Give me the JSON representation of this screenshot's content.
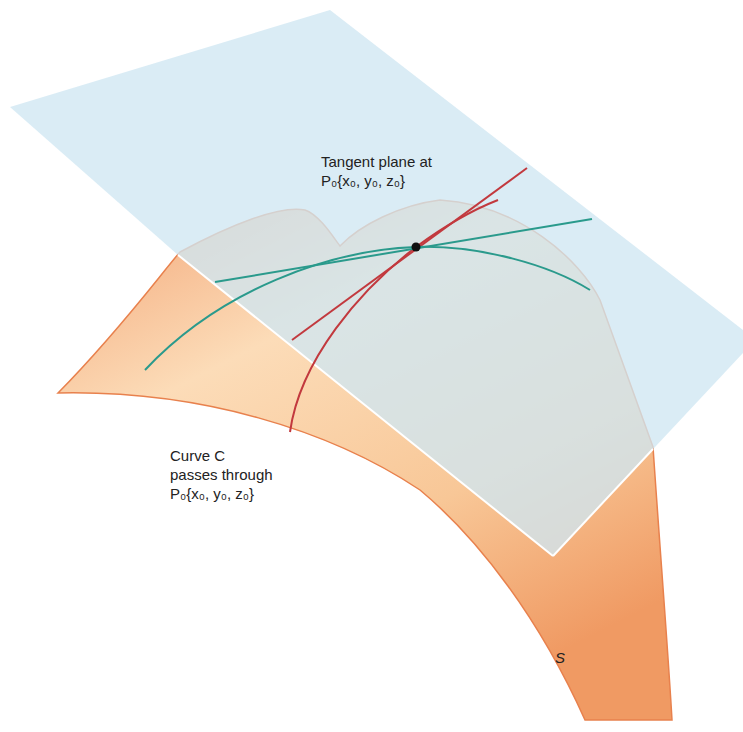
{
  "diagram": {
    "labels": [
      "Tangent plane at P₀{x₀, y₀, z₀}",
      "Curve C passes through P₀{x₀, y₀, z₀}",
      "S"
    ]
  }
}
